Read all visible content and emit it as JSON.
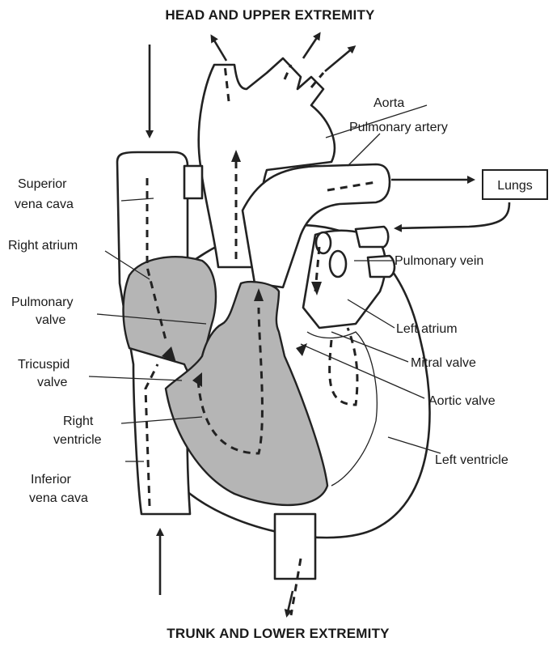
{
  "diagram": {
    "title_top": "HEAD AND UPPER EXTREMITY",
    "title_bottom": "TRUNK AND LOWER EXTREMITY",
    "lungs_box": "Lungs",
    "labels": {
      "aorta": "Aorta",
      "pulmonary_artery": "Pulmonary artery",
      "superior_vena_cava_1": "Superior",
      "superior_vena_cava_2": "vena cava",
      "right_atrium": "Right atrium",
      "pulmonary_vein": "Pulmonary vein",
      "pulmonary_valve_1": "Pulmonary",
      "pulmonary_valve_2": "valve",
      "left_atrium": "Left atrium",
      "tricuspid_valve_1": "Tricuspid",
      "tricuspid_valve_2": "valve",
      "mitral_valve": "Mitral valve",
      "aortic_valve": "Aortic valve",
      "right_ventricle_1": "Right",
      "right_ventricle_2": "ventricle",
      "left_ventricle": "Left ventricle",
      "inferior_vena_cava_1": "Inferior",
      "inferior_vena_cava_2": "vena cava"
    }
  }
}
